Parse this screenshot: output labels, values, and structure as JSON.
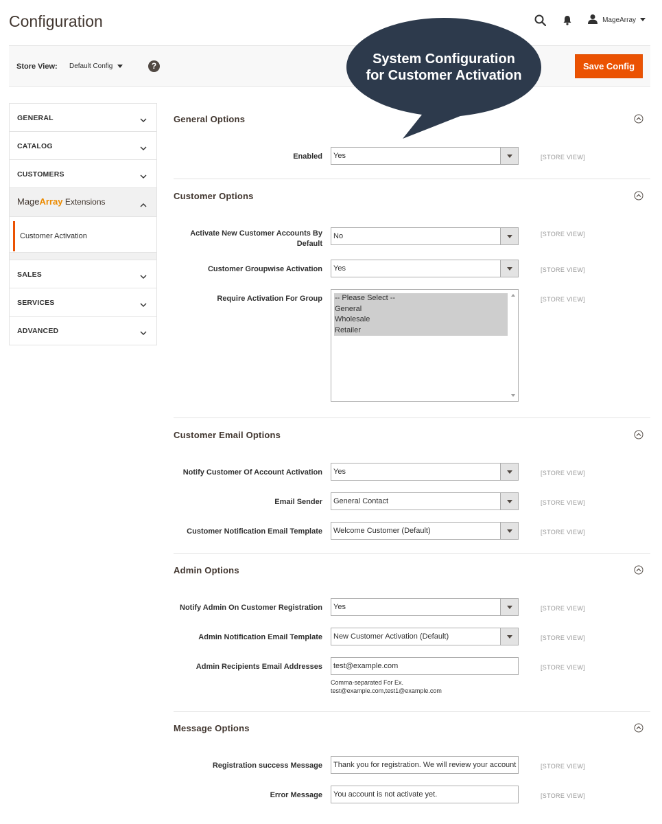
{
  "page": {
    "title": "Configuration"
  },
  "header": {
    "user_name": "MageArray",
    "icons": [
      "search-icon",
      "bell-icon",
      "user-icon"
    ]
  },
  "store_bar": {
    "label": "Store View:",
    "value": "Default Config",
    "help": "?",
    "save_label": "Save Config"
  },
  "callout": {
    "line1": "System Configuration",
    "line2": "for Customer Activation"
  },
  "sidebar": {
    "tabs": [
      {
        "label": "GENERAL"
      },
      {
        "label": "CATALOG"
      },
      {
        "label": "CUSTOMERS"
      }
    ],
    "brand": {
      "part1": "Mage",
      "part2": "Array",
      "part3": " Extensions"
    },
    "active_item": "Customer Activation",
    "tabs_after": [
      {
        "label": "SALES"
      },
      {
        "label": "SERVICES"
      },
      {
        "label": "ADVANCED"
      }
    ]
  },
  "scope": "[STORE VIEW]",
  "sections": {
    "general": {
      "title": "General Options",
      "enabled_label": "Enabled",
      "enabled_value": "Yes"
    },
    "customer": {
      "title": "Customer Options",
      "activate_label": "Activate New Customer Accounts By Default",
      "activate_value": "No",
      "groupwise_label": "Customer Groupwise Activation",
      "groupwise_value": "Yes",
      "require_label": "Require Activation For Group",
      "require_options": [
        "-- Please Select --",
        "General",
        "Wholesale",
        "Retailer"
      ]
    },
    "email": {
      "title": "Customer Email Options",
      "notify_label": "Notify Customer Of Account Activation",
      "notify_value": "Yes",
      "sender_label": "Email Sender",
      "sender_value": "General Contact",
      "template_label": "Customer Notification Email Template",
      "template_value": "Welcome Customer (Default)"
    },
    "admin": {
      "title": "Admin Options",
      "notify_label": "Notify Admin On Customer Registration",
      "notify_value": "Yes",
      "template_label": "Admin Notification Email Template",
      "template_value": "New Customer Activation (Default)",
      "recipients_label": "Admin Recipients Email Addresses",
      "recipients_value": "test@example.com",
      "note_line1": "Comma-separated For Ex.",
      "note_line2": "test@example.com,test1@example.com"
    },
    "message": {
      "title": "Message Options",
      "success_label": "Registration success Message",
      "success_value": "Thank you for registration. We will review your account",
      "error_label": "Error Message",
      "error_value": "You account is not activate yet."
    }
  },
  "colors": {
    "accent": "#eb5202",
    "brand_orange": "#eb8a00",
    "callout": "#2d3a4c"
  }
}
